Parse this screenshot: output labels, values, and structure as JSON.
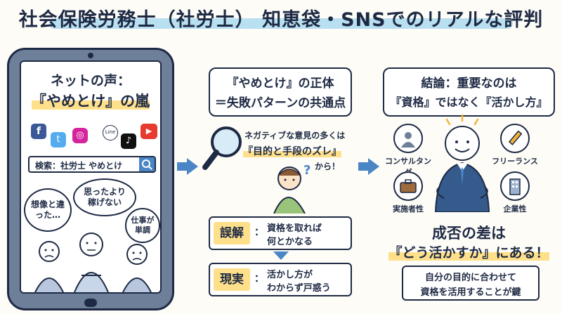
{
  "title": "社会保険労務士（社労士） 知恵袋・SNSでのリアルな評判",
  "left": {
    "heading_1": "ネットの声：",
    "heading_2": "『やめとけ』の嵐",
    "search_text": "検索：社労士 やめとけ",
    "bubbles": [
      "想像と違った…",
      "思ったより稼げない",
      "仕事が単調"
    ],
    "app_icons": [
      "f",
      "t",
      "◎",
      "Line",
      "♪",
      "▶"
    ]
  },
  "middle": {
    "heading_1": "『やめとけ』の正体",
    "heading_2": "＝失敗パターンの共通点",
    "callout_1": "ネガティブな意見の多くは",
    "callout_2": "『目的と手段のズレ』",
    "callout_3": "から！",
    "misunderstanding_label": "誤解",
    "misunderstanding_text_1": "資格を取れば",
    "misunderstanding_text_2": "何とかなる",
    "reality_label": "現実",
    "reality_text_1": "活かし方が",
    "reality_text_2": "わからず戸惑う"
  },
  "right": {
    "heading_1": "結論：重要なのは",
    "heading_2": "『資格』ではなく『活かし方』",
    "roles": [
      "コンサルタング",
      "フリーランス",
      "実施者性",
      "企業性"
    ],
    "result_1": "成否の差は",
    "result_2": "『どう活かすか』にある！",
    "note_1": "自分の目的に合わせて",
    "note_2": "資格を活用することが鍵"
  },
  "colors": {
    "accent": "#4a86c5",
    "highlight": "#ffe08a",
    "title_band": "#a8d8ee"
  }
}
